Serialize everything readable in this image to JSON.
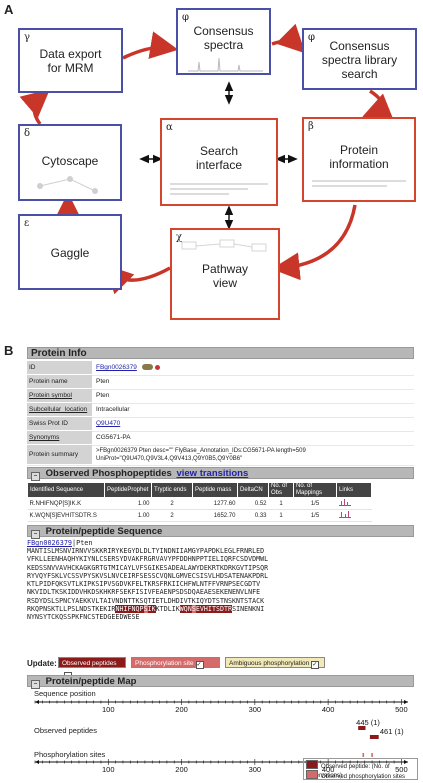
{
  "panel_a": {
    "letter": "A",
    "nodes": {
      "consensus_spectra": {
        "greek": "φ",
        "label": "Consensus spectra"
      },
      "library_search": {
        "greek": "φ",
        "label": "Consensus spectra library search"
      },
      "data_export": {
        "greek": "γ",
        "label": "Data export for MRM"
      },
      "cytoscape": {
        "greek": "δ",
        "label": "Cytoscape"
      },
      "search": {
        "greek": "α",
        "label": "Search interface"
      },
      "protein_info": {
        "greek": "β",
        "label": "Protein information"
      },
      "gaggle": {
        "greek": "ε",
        "label": "Gaggle"
      },
      "pathway": {
        "greek": "χ",
        "label": "Pathway view"
      }
    },
    "colors": {
      "blue": "#4a50a8",
      "red": "#d5452e",
      "arrow": "#c8362a"
    }
  },
  "panel_b": {
    "letter": "B",
    "protein_info": {
      "title": "Protein Info",
      "rows": [
        {
          "key": "ID",
          "value": "FBgn0026379"
        },
        {
          "key": "Protein name",
          "value": "Pten"
        },
        {
          "key": "Protein symbol",
          "value": "Pten"
        },
        {
          "key": "Subcellular_location",
          "value": "Intracellular"
        },
        {
          "key": "Swiss Prot ID",
          "value": "Q9U470"
        },
        {
          "key": "Synonyms",
          "value": "CG5671-PA"
        },
        {
          "key": "Protein summary",
          "value": ">FBgn0026379 Pten desc=\"\" FlyBase_Annotation_IDs:CG5671-PA length=509",
          "value2": "UniProt=\"Q9U470,Q9V3L4,Q9V413,Q9Y0B5,Q9Y0B6\""
        }
      ]
    },
    "phospho": {
      "title": "Observed Phosphopeptides",
      "link": "view transitions",
      "headers": [
        "Identified Sequence",
        "PeptideProphet",
        "Tryptic ends",
        "Peptide mass",
        "DeltaCN",
        "No. of Obs",
        "No. of Mappings",
        "Links"
      ],
      "rows": [
        [
          "R.NHIFNQP[S]IK.K",
          "1.00",
          "2",
          "1277.60",
          "0.52",
          "1",
          "1/5"
        ],
        [
          "K.WQN[S]EVHITSDTR.S",
          "1.00",
          "2",
          "1652.70",
          "0.33",
          "1",
          "1/5"
        ]
      ]
    },
    "sequence": {
      "title": "Protein/peptide Sequence",
      "header_id": "FBgn0026379",
      "header_name": "Pten",
      "lines": [
        "MANTISLMSNVIRNVVSKKRIRYKEGYDLDLTYINDNIIAMGYPAPDKLEGLFRNRLED",
        "VFKLLEENHAQHYKIYNLCSERSYDVAKFRGRVAVYPFDDHNPPTIELIQRFCSDVDMWL",
        "KEDSSNVVAVHCKAGKGRTGTMICAYLVFSGIKESADEALAWYDEKRTKDRKGVTIPSQR",
        "RYVQYFSKLVCSSVPYSKVSLNVCEIRFSESSCVQNLGMVECSISVLHDSATENAKPDRL",
        "KTLPIDFQKSVTLKIPKSIPVSGDVKFELTKRSFRKIICHFWLNTFFVRNPSECGDTV",
        "NKVIDLTKSKIDDVHKDSKHKRFSEKFISIVFEAENPSDSDQAEAESEKENENVLNFE",
        "RSDYDSLSPNCYAEKKVLTAIVNDNTTKSQTIETLDHDIVTKIQYDTSTNSKNTSTACK"
      ],
      "line8_pre": "RKQPNSKTLLPSLNDSTKEKIR",
      "peptide1": "NHIFNQP",
      "site1": "S",
      "peptide1_tail": "IK",
      "line8_mid": "KTDLIK",
      "peptide2": "WQN",
      "site2": "S",
      "peptide2_tail": "EVHITSDTR",
      "line8_post": "SINENKNI",
      "line9": "NYNSYTCKQSSPKFNCSTEDGEEDWESE",
      "update_label": "Update:",
      "chips": [
        "Observed peptides",
        "Phosphorylation site",
        "Ambiguous phosphorylation"
      ]
    },
    "map": {
      "title": "Protein/peptide Map",
      "seq_label": "Sequence position",
      "obs_label": "Observed peptides",
      "phos_label": "Phosphorylation sites",
      "ticks": [
        "100",
        "200",
        "300",
        "400",
        "500"
      ],
      "peptides": [
        {
          "label": "445 (1)",
          "start": 441,
          "end": 451
        },
        {
          "label": "461 (1)",
          "start": 457,
          "end": 469
        }
      ],
      "sites": [
        448,
        460
      ],
      "length": 509,
      "legend": [
        "Observed peptide: (No. of observations)",
        "Observed phosphorylation sites"
      ]
    }
  }
}
